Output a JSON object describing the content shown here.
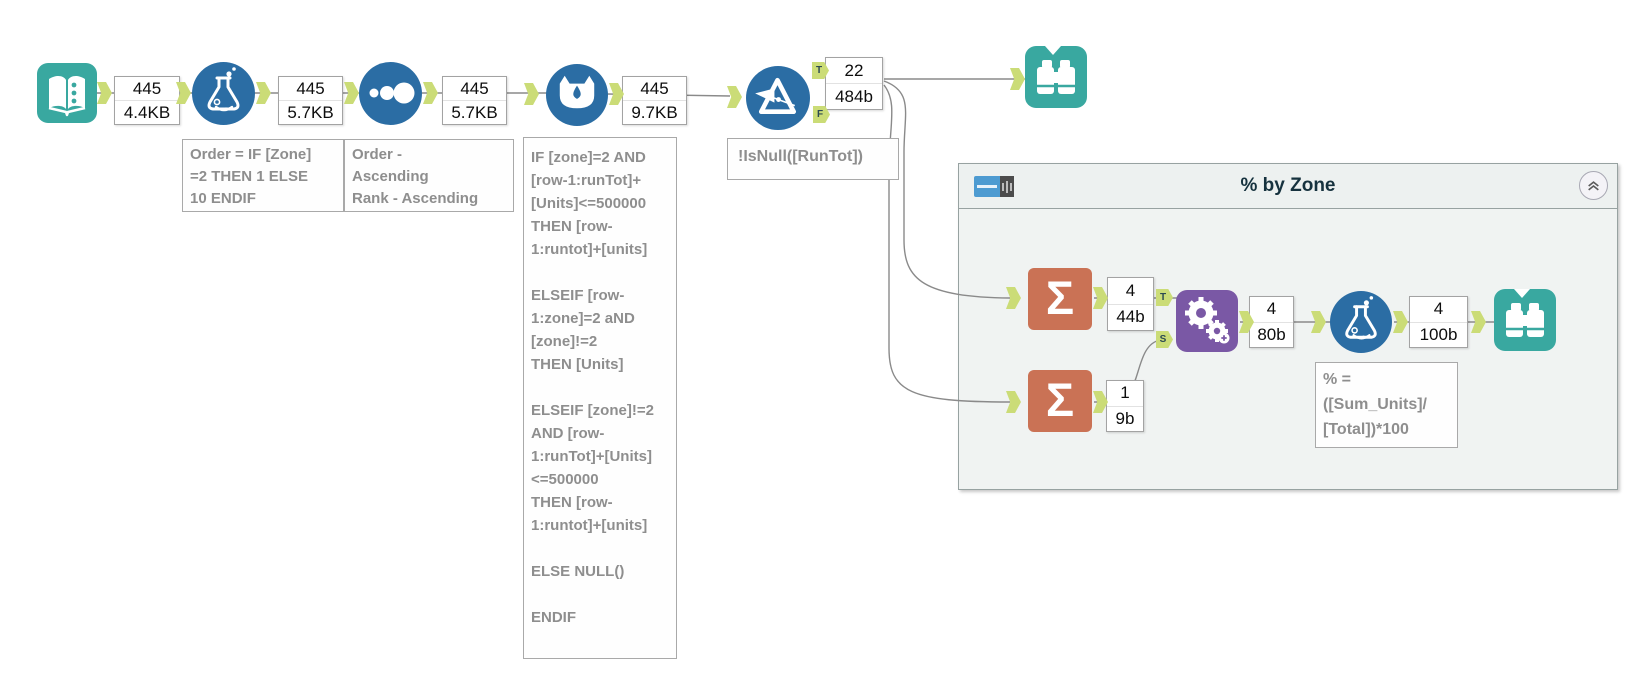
{
  "container": {
    "title": "% by Zone"
  },
  "counts": {
    "input": {
      "records": "445",
      "size": "4.4KB"
    },
    "formula": {
      "records": "445",
      "size": "5.7KB"
    },
    "sort": {
      "records": "445",
      "size": "5.7KB"
    },
    "multirow": {
      "records": "445",
      "size": "9.7KB"
    },
    "filter": {
      "records": "22",
      "size": "484b"
    },
    "sum_zone": {
      "records": "4",
      "size": "44b"
    },
    "sum_total": {
      "records": "1",
      "size": "9b"
    },
    "append": {
      "records": "4",
      "size": "80b"
    },
    "formula_pct": {
      "records": "4",
      "size": "100b"
    }
  },
  "annotations": {
    "formula": "Order = IF [Zone]\n=2 THEN 1 ELSE\n10 ENDIF",
    "sort": "Order -\nAscending\nRank - Ascending",
    "multirow": "IF [zone]=2 AND\n[row-1:runTot]+\n[Units]<=500000\nTHEN [row-\n1:runtot]+[units]\n\nELSEIF [row-\n1:zone]=2 aND\n[zone]!=2\nTHEN [Units]\n\nELSEIF [zone]!=2\nAND [row-\n1:runTot]+[Units]\n<=500000\nTHEN [row-\n1:runtot]+[units]\n\nELSE NULL()\n\nENDIF",
    "filter": "!IsNull([RunTot])",
    "percent": "% =\n([Sum_Units]/\n[Total])*100"
  },
  "anchors": {
    "t": "T",
    "f": "F",
    "s": "S"
  },
  "glyphs": {
    "sigma": "Σ"
  },
  "colors": {
    "teal": "#39a8a0",
    "blue": "#2b6da4",
    "salmon": "#ca7255",
    "purple": "#7a58a5",
    "anchor_green": "#cbdc77",
    "wire": "#8a8a8a",
    "container_bg": "#f0f3f2",
    "annotation_text": "#8e8e8e",
    "title_text": "#16323e"
  }
}
